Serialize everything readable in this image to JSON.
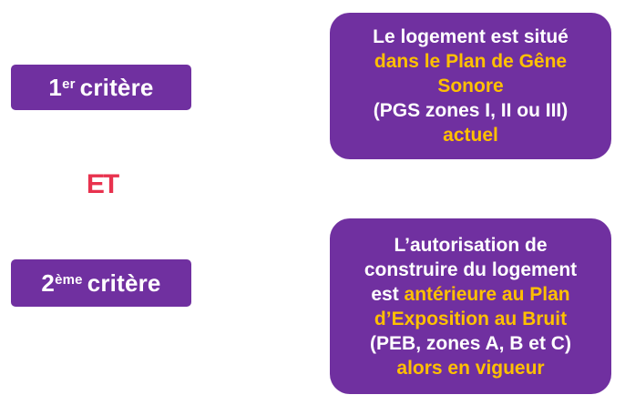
{
  "criteria": [
    {
      "number": "1",
      "suffix": "er",
      "word": "critère"
    },
    {
      "number": "2",
      "suffix": "ème",
      "word": "critère"
    }
  ],
  "connector": "ET",
  "colors": {
    "box_purple": "#7030a0",
    "highlight_orange": "#ffc000",
    "connector_red": "#e8324e",
    "text_white": "#ffffff"
  },
  "cards": [
    {
      "lines": [
        {
          "text": "Le logement est situé"
        },
        {
          "highlight": "dans le Plan de Gêne"
        },
        {
          "highlight": "Sonore"
        },
        {
          "text": "(PGS zones I, II ou III)"
        },
        {
          "highlight": "actuel"
        }
      ]
    },
    {
      "lines": [
        {
          "text": "L’autorisation de"
        },
        {
          "text": "construire du logement"
        },
        {
          "text": "est ",
          "highlight": "antérieure au Plan"
        },
        {
          "highlight": "d’Exposition au Bruit"
        },
        {
          "text": "(PEB, zones A, B et C)"
        },
        {
          "highlight": "alors en vigueur"
        }
      ]
    }
  ]
}
